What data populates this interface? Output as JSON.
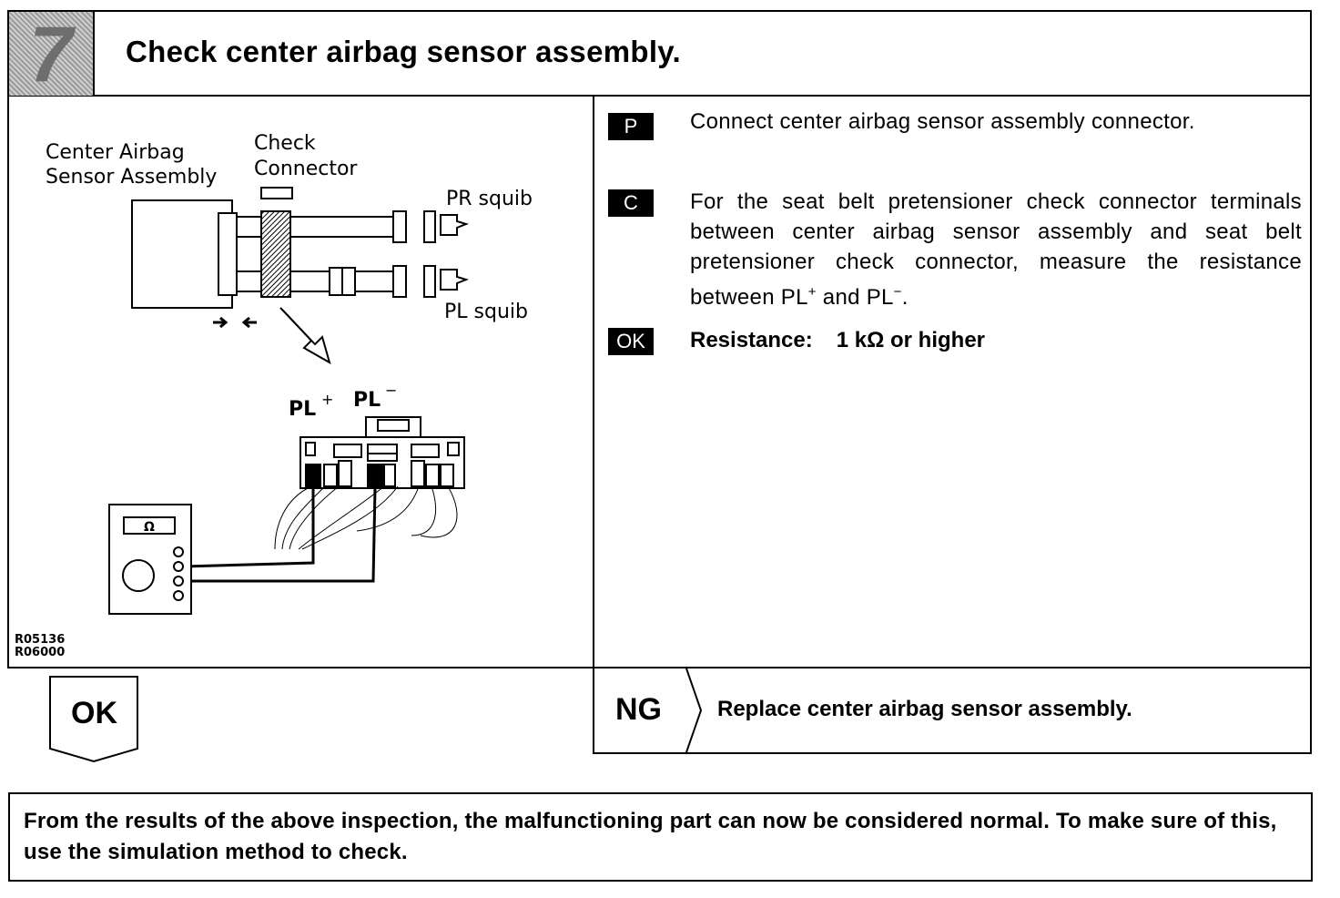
{
  "step": {
    "number": "7",
    "title": "Check center airbag sensor assembly."
  },
  "figure": {
    "label_sensor_line1": "Center Airbag",
    "label_sensor_line2": "Sensor Assembly",
    "label_check_line1": "Check",
    "label_check_line2": "Connector",
    "label_pr_squib": "PR squib",
    "label_pl_squib": "PL squib",
    "label_pl_plus": "PL",
    "label_pl_minus": "PL",
    "meter_symbol": "Ω",
    "ref_code_1": "R05136",
    "ref_code_2": "R06000"
  },
  "instructions": [
    {
      "badge": "P",
      "text": "Connect center airbag sensor assembly connector."
    },
    {
      "badge": "C",
      "text_main": "For the seat belt pretensioner check connector terminals between center airbag sensor assembly and seat belt pretensioner check connector, measure the resistance between PL",
      "sup_plus": "+",
      "text_and": " and PL",
      "sup_minus": "−",
      "text_end": "."
    }
  ],
  "result": {
    "badge": "OK",
    "label": "Resistance:",
    "value": "1 kΩ or higher"
  },
  "ok_branch": {
    "label": "OK"
  },
  "ng_branch": {
    "label": "NG",
    "action": "Replace center airbag sensor assembly."
  },
  "note": "From the results of the above inspection, the malfunctioning part can now be considered normal. To make sure of this, use the simulation method to check."
}
